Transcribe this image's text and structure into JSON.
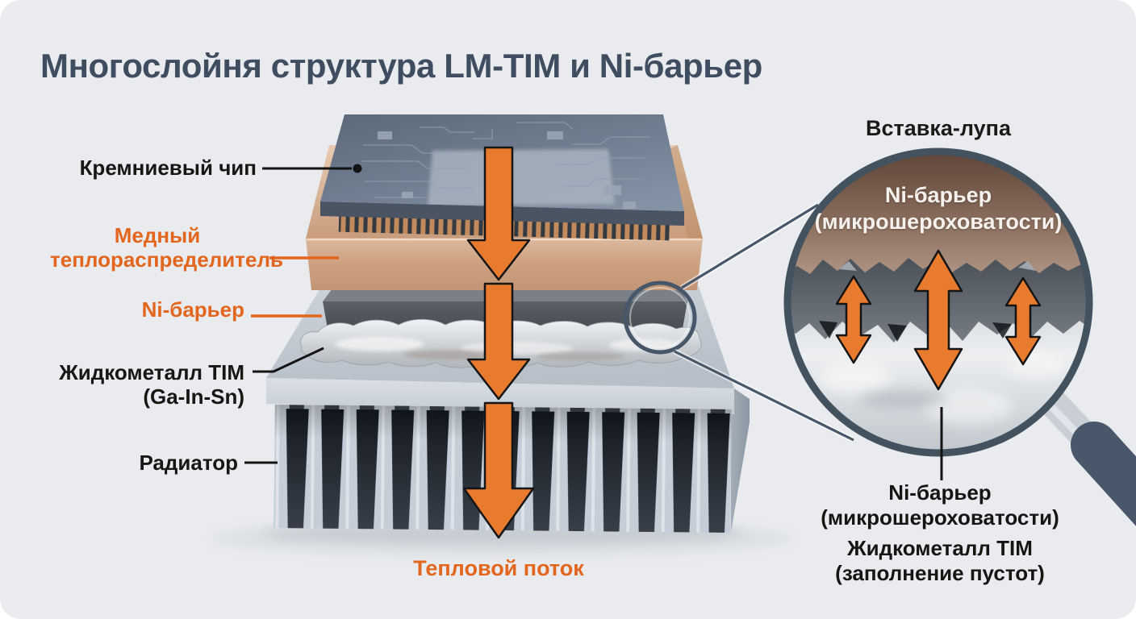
{
  "title": "Многослойня структура LM-TIM и Ni-барьер",
  "colors": {
    "background": "#e9ebee",
    "title_blue": "#3e4d60",
    "accent_orange": "#e3661f",
    "arrow_orange": "#e97b2e",
    "text_black": "#161616",
    "magnifier_ring": "#42525f",
    "copper": "#cda183",
    "heatsink_gray": "#c5ced8"
  },
  "diagram": {
    "labels": {
      "chip": "Кремниевый чип",
      "copper1": "Медный",
      "copper2": "теплораспределитель",
      "ni": "Ni-барьер",
      "lm1": "Жидкометалл TIM",
      "lm2": "(Ga-In-Sn)",
      "radiator": "Радиатор",
      "heat_flow": "Тепловой поток"
    }
  },
  "inset": {
    "title": "Вставка-лупа",
    "lens_line1": "Ni-барьер",
    "lens_line2": "(микрошероховатости)",
    "caption_ni_line1": "Ni-барьер",
    "caption_ni_line2": "(микрошероховатости)",
    "caption_lm_line1": "Жидкометалл TIM",
    "caption_lm_line2": "(заполнение пустот)"
  }
}
